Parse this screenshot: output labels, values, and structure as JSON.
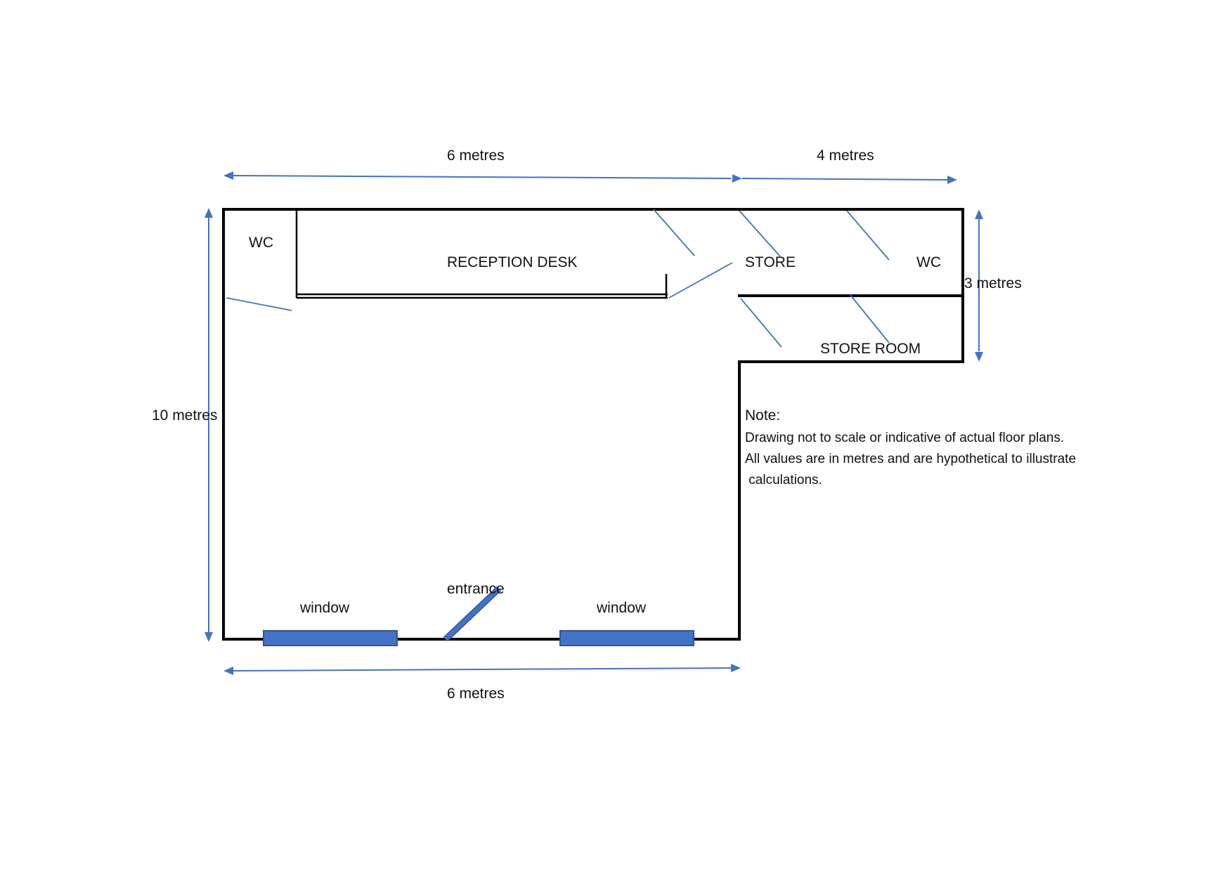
{
  "dimensions": {
    "top_left": "6 metres",
    "top_right": "4 metres",
    "left": "10 metres",
    "right": "3 metres",
    "bottom": "6 metres"
  },
  "rooms": {
    "wc_left": "WC",
    "reception_desk": "RECEPTION DESK",
    "store": "STORE",
    "wc_right": "WC",
    "store_room": "STORE ROOM"
  },
  "features": {
    "window_left": "window",
    "entrance": "entrance",
    "window_right": "window"
  },
  "note": {
    "heading": "Note:",
    "line1": "Drawing not to scale or indicative of actual floor plans.",
    "line2": "All values are in metres and are hypothetical to illustrate",
    "line3": " calculations."
  },
  "colors": {
    "wall": "#000000",
    "annotation_blue": "#4472C4"
  }
}
